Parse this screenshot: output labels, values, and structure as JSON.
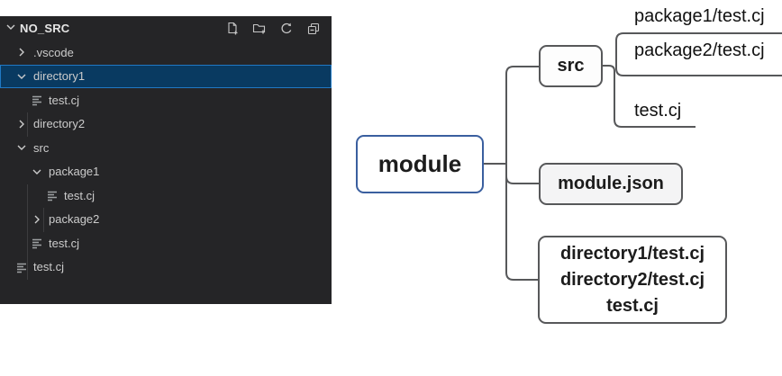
{
  "explorer": {
    "title": "NO_SRC",
    "toolbar": {
      "new_file": "new-file",
      "new_folder": "new-folder",
      "refresh": "refresh-explorer",
      "collapse_all": "collapse-folders"
    },
    "rows": [
      {
        "label": ".vscode",
        "type": "folder",
        "state": "collapsed",
        "level": 1
      },
      {
        "label": "directory1",
        "type": "folder",
        "state": "expanded",
        "level": 1,
        "selected": true
      },
      {
        "label": "test.cj",
        "type": "file",
        "level": 2
      },
      {
        "label": "directory2",
        "type": "folder",
        "state": "collapsed",
        "level": 1
      },
      {
        "label": "src",
        "type": "folder",
        "state": "expanded",
        "level": 1
      },
      {
        "label": "package1",
        "type": "folder",
        "state": "expanded",
        "level": 2
      },
      {
        "label": "test.cj",
        "type": "file",
        "level": 3
      },
      {
        "label": "package2",
        "type": "folder",
        "state": "collapsed",
        "level": 2
      },
      {
        "label": "test.cj",
        "type": "file",
        "level": 2
      },
      {
        "label": "test.cj",
        "type": "file",
        "level": 1
      }
    ],
    "colors": {
      "panel_bg": "#252527",
      "text": "#cccccc",
      "selection_bg": "#093a61",
      "selection_border": "#2079c4"
    }
  },
  "diagram": {
    "root": {
      "label": "module",
      "border_color": "#3a5f9f"
    },
    "src_node": {
      "label": "src"
    },
    "module_json_node": {
      "label": "module.json"
    },
    "src_children": [
      {
        "label": "package1/test.cj"
      },
      {
        "label": "package2/test.cj"
      },
      {
        "label": "test.cj"
      }
    ],
    "directories_node": {
      "lines": [
        "directory1/test.cj",
        "directory2/test.cj",
        "test.cj"
      ]
    },
    "line_color": "#57585a"
  }
}
